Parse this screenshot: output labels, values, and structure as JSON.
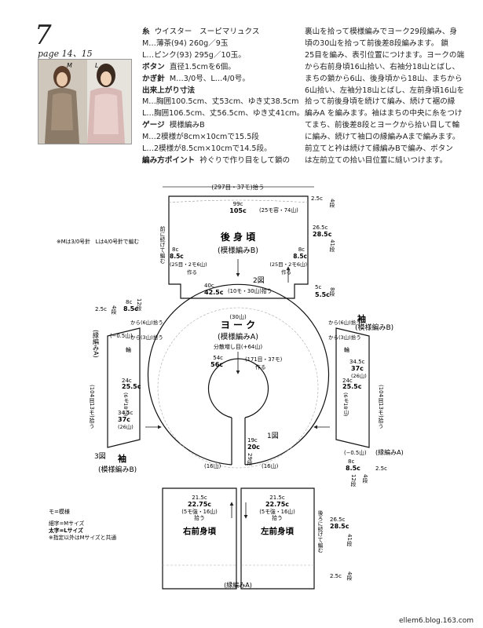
{
  "header": {
    "number": "7",
    "page_ref": "page 14、15",
    "photo_labels": [
      "M",
      "L"
    ]
  },
  "specs": [
    {
      "label": "糸",
      "text": "ウイスター　スーピマリュクス"
    },
    {
      "label": "",
      "text": "M…薄茶(94) 260g／9玉"
    },
    {
      "label": "",
      "text": "L…ピンク(93) 295g／10玉。"
    },
    {
      "label": "ボタン",
      "text": "直径1.5cmを6個。"
    },
    {
      "label": "かぎ針",
      "text": "M…3/0号、L…4/0号。"
    },
    {
      "label": "出来上がり寸法",
      "text": ""
    },
    {
      "label": "",
      "text": "M…胸囲100.5cm、丈53cm、ゆき丈38.5cm"
    },
    {
      "label": "",
      "text": "L…胸囲106.5cm、丈56.5cm、ゆき丈41cm。"
    },
    {
      "label": "ゲージ",
      "text": "模様編みB"
    },
    {
      "label": "",
      "text": "M…2模様が8cm×10cmで15.5段"
    },
    {
      "label": "",
      "text": "L…2模様が8.5cm×10cmで14.5段。"
    },
    {
      "label": "編み方ポイント",
      "text": "衿ぐりで作り目をして鎖の"
    }
  ],
  "method_lines": [
    "裏山を拾って模様編みでヨーク29段編み、身",
    "頃の30山を拾って前後差8段編みます。 鎖",
    "25目を編み、表引位置につけます。ヨークの端",
    "から右前身頃16山拾い、右袖分18山とばし、",
    "まちの鎖から6山、後身頃から18山、まちから",
    "6山拾い、左袖分18山とばし、左前身頃16山を",
    "拾って前後身頃を続けて編み、続けて裾の縁",
    "編みA を編みます。袖はまちの中央に糸をつけ",
    "てまち、前後差8段とヨークから拾い目して輪",
    "に編み、続けて袖口の縁編みAまで編みます。",
    "前立てと衿は続けて縁編みBで編み、ボタン",
    "は左前立ての拾い目位置に縫いつけます。"
  ],
  "diagram": {
    "top_dim": "(297目・37モ)拾う",
    "back": {
      "title": "後 身 頃",
      "pattern": "(模様編みB)",
      "width_m": "99c",
      "width_l": "105c",
      "width_count": "(25モ容・74山)",
      "left_side": "前に続けて編む",
      "gauge_l_m": "8c",
      "gauge_l_l": "8.5c",
      "gauge_l_count": "(25目・2モ6山)",
      "gauge_r_m": "8c",
      "gauge_r_l": "8.5c",
      "gauge_r_count": "(25目・2モ6山)",
      "make": "作る",
      "make2": "作る",
      "height_m": "26.5c",
      "height_l": "28.5c",
      "height_rows": "41段",
      "top_m": "2.5c",
      "top_rows": "4段",
      "bottom_m": "5c",
      "bottom_l": "5.5c",
      "bottom_rows": "8段",
      "bottom_w_m": "40c",
      "bottom_w_l": "42.5c",
      "bottom_w_count": "(10モ・30山)拾う",
      "fig": "2図"
    },
    "yoke": {
      "title": "ヨ ー ク",
      "pattern": "(模様編みA)",
      "increase": "分散増し目(+64山)",
      "outer": "(30山)",
      "inner_m": "54c",
      "inner_l": "56c",
      "inner_count": "(171目・37モ)",
      "make": "作る",
      "lower_m": "19c",
      "lower_l": "20c",
      "lower_rows": "29段",
      "fig": "1図",
      "left16": "(16山)",
      "right16": "(16山)",
      "note_left": "から(6山)拾う",
      "note_left2": "から(3山)拾う",
      "note_right": "から(6山)拾う",
      "note_right2": "から(3山)拾う",
      "wa": "輪"
    },
    "sleeve_l": {
      "title": "袖",
      "pattern": "(模様編みB)",
      "edge": "(縁編みA)",
      "edge_w": "(−0.5山)",
      "height_m": "24c",
      "height_l": "25.5c",
      "height_count": "(6モ18山)",
      "len_m": "34.5c",
      "len_l": "37c",
      "len_count": "(26山)",
      "pick": "(104目13モ)拾う",
      "top": "2.5c",
      "top_rows": "4段",
      "top_m": "8c",
      "top_l": "8.5c",
      "top_rows2": "12段",
      "fig": "3図",
      "wa": "輪"
    },
    "sleeve_r": {
      "title": "袖",
      "pattern": "(模様編みB)",
      "edge": "(縁編みA)",
      "edge_w": "(−0.5山)",
      "height_m": "24c",
      "height_l": "25.5c",
      "height_count": "(6モ18山)",
      "len_m": "34.5c",
      "len_l": "37c",
      "len_count": "(26山)",
      "pick": "(104目13モ)拾う",
      "bot_m": "8c",
      "bot_l": "8.5c",
      "bot_rows": "12段",
      "bot2": "2.5c",
      "bot2_rows": "4段",
      "wa": "輪"
    },
    "front_r": {
      "title": "右前身頃",
      "width_m": "21.5c",
      "width_l": "22.75c",
      "count": "(5モ強・16山)",
      "pick": "拾う"
    },
    "front_l": {
      "title": "左前身頃",
      "width_m": "21.5c",
      "width_l": "22.75c",
      "count": "(5モ強・16山)",
      "pick": "拾う",
      "side": "後ろに続けて編む",
      "height_m": "26.5c",
      "height_l": "28.5c",
      "height_rows": "41段",
      "bot_m": "2.5c",
      "bot_rows": "4段"
    },
    "bottom_edge": "(縁編みA)",
    "note_needle": "※Mは3/0号針　Lは4/0号針で編む",
    "legend": [
      "モ=模様",
      "細字=Mサイズ",
      "太字=Lサイズ",
      "※指定以外はMサイズと共通"
    ]
  },
  "footer": "ellem6.blog.163.com"
}
